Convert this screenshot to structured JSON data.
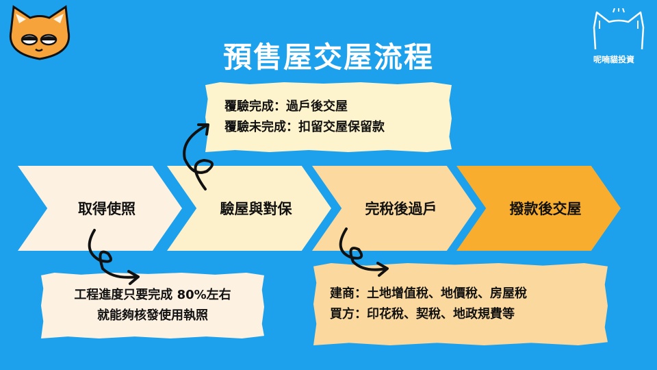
{
  "title": "預售屋交屋流程",
  "brand": "呢喃貓投資",
  "steps": [
    "取得使照",
    "驗屋與對保",
    "完稅後過戶",
    "撥款後交屋"
  ],
  "note_top": [
    "覆驗完成：過戶後交屋",
    "覆驗未完成：扣留交屋保留款"
  ],
  "note_left": [
    "工程進度只要完成 80%左右",
    "就能夠核發使用執照"
  ],
  "note_right": [
    "建商：土地增值稅、地價稅、房屋稅",
    "買方：印花稅、契稅、地政規費等"
  ],
  "colors": {
    "background": "#1da1ec",
    "step1": "#fdf2e2",
    "step2": "#fdf1cb",
    "step3": "#fbd99f",
    "step4": "#f8ad2f",
    "cat": "#f7a33b"
  },
  "icons": [
    "cat-mascot-icon",
    "cat-outline-logo-icon",
    "curly-arrow-icon"
  ]
}
